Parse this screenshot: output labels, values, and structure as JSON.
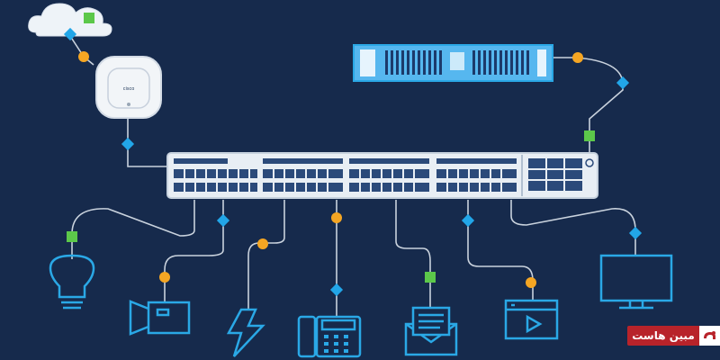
{
  "diagram": {
    "description_free": true,
    "colors": {
      "background": "#162a4c",
      "device_stroke": "#2aa8e6",
      "device_fill_light": "#e8eef4",
      "switch_port": "#2b4a7a",
      "wire": "#c9d2dd",
      "diamond": "#22a6e8",
      "dot_orange": "#f5a623",
      "square_green": "#5cc84a"
    },
    "nodes": [
      {
        "id": "cloud",
        "icon": "cloud-icon"
      },
      {
        "id": "access-point",
        "icon": "wireless-access-point-icon",
        "logo_text": "cisco"
      },
      {
        "id": "server",
        "icon": "server-appliance-icon"
      },
      {
        "id": "switch",
        "icon": "network-switch-icon"
      },
      {
        "id": "bulb",
        "icon": "light-bulb-icon"
      },
      {
        "id": "camera",
        "icon": "video-camera-icon"
      },
      {
        "id": "power",
        "icon": "lightning-bolt-icon"
      },
      {
        "id": "phone",
        "icon": "desk-phone-icon"
      },
      {
        "id": "mail",
        "icon": "envelope-icon"
      },
      {
        "id": "video",
        "icon": "video-player-icon"
      },
      {
        "id": "monitor",
        "icon": "monitor-icon"
      }
    ]
  },
  "watermark": {
    "text": "مبین هاست",
    "icon": "mobinhost-logo-icon"
  }
}
